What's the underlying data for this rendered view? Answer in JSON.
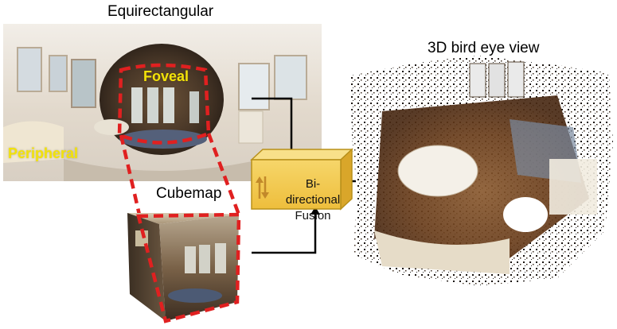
{
  "labels": {
    "equirectangular": "Equirectangular",
    "cubemap": "Cubemap",
    "bird_eye": "3D bird eye view",
    "foveal": "Foveal",
    "peripheral": "Peripheral",
    "fusion_line1": "Bi-directional",
    "fusion_line2": "Fusion"
  },
  "colors": {
    "foveal_box": "#e02020",
    "fusion_box": "#f0c850",
    "fusion_border": "#b8901a",
    "label_yellow": "#f2e20a",
    "arrow": "#000000"
  },
  "icons": {
    "fusion": "up-down-arrows-icon"
  }
}
